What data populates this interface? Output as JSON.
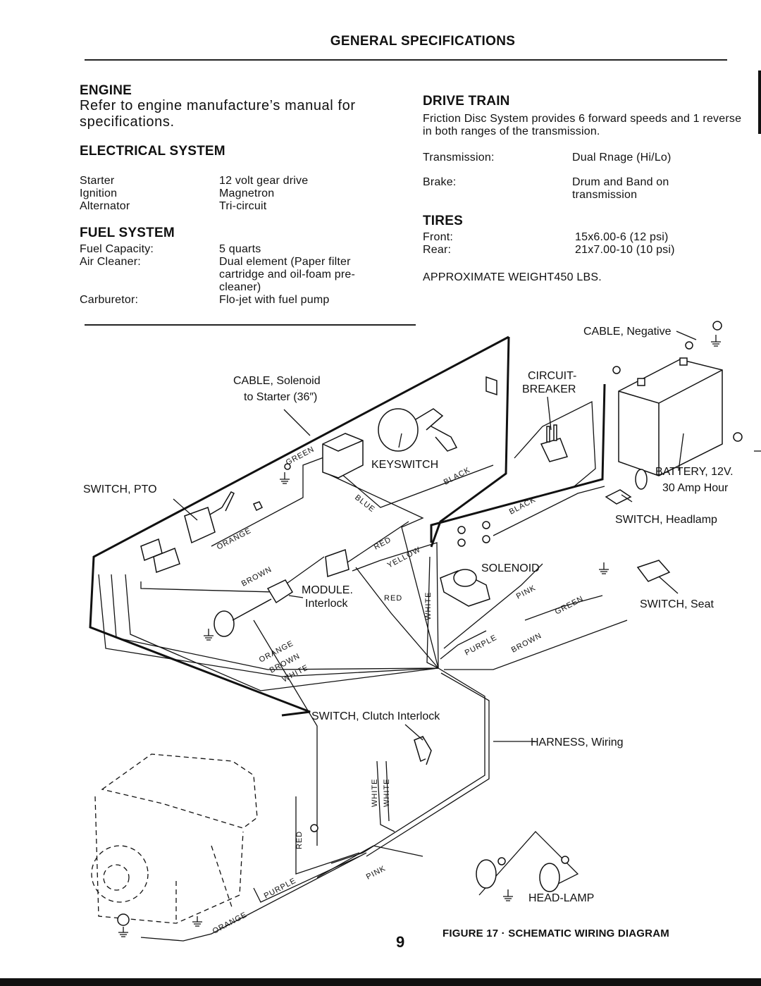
{
  "page": {
    "title": "GENERAL SPECIFICATIONS",
    "page_number": "9",
    "figure_caption": "FIGURE 17 · SCHEMATIC WIRING DIAGRAM"
  },
  "engine": {
    "heading": "ENGINE",
    "text": "Refer to engine manufacture’s manual for specifications."
  },
  "electrical": {
    "heading": "ELECTRICAL SYSTEM",
    "rows": [
      {
        "label": "Starter",
        "value": "12 volt gear drive"
      },
      {
        "label": "Ignition",
        "value": "Magnetron"
      },
      {
        "label": "Alternator",
        "value": "Tri-circuit"
      }
    ]
  },
  "fuel": {
    "heading": "FUEL SYSTEM",
    "rows": [
      {
        "label": "Fuel Capacity:",
        "value": "5 quarts"
      },
      {
        "label": "Air Cleaner:",
        "value": "Dual element (Paper filter cartridge and oil-foam pre-cleaner)"
      },
      {
        "label": "Carburetor:",
        "value": "Flo-jet with fuel pump"
      }
    ]
  },
  "drive_train": {
    "heading": "DRIVE TRAIN",
    "text": "Friction Disc System provides 6 forward speeds and 1 reverse in both ranges of the transmission.",
    "rows": [
      {
        "label": "Transmission:",
        "value": "Dual Rnage (Hi/Lo)"
      },
      {
        "label": "Brake:",
        "value": "Drum and Band on transmission"
      }
    ]
  },
  "tires": {
    "heading": "TIRES",
    "rows": [
      {
        "label": "Front:",
        "value": "15x6.00-6 (12 psi)"
      },
      {
        "label": "Rear:",
        "value": "21x7.00-10 (10 psi)"
      }
    ],
    "weight": "APPROXIMATE WEIGHT450 LBS."
  },
  "diagram": {
    "labels": {
      "cable_negative": "CABLE, Negative",
      "circuit_1": "CIRCUIT-",
      "circuit_2": "BREAKER",
      "cable_solenoid_1": "CABLE, Solenoid",
      "cable_solenoid_2": "to Starter (36″)",
      "keyswitch": "KEYSWITCH",
      "battery_1": "BATTERY, 12V.",
      "battery_2": "30 Amp Hour",
      "switch_pto": "SWITCH, PTO",
      "switch_headlamp": "SWITCH, Headlamp",
      "solenoid": "SOLENOID",
      "module_1": "MODULE.",
      "module_2": "Interlock",
      "switch_seat": "SWITCH, Seat",
      "switch_clutch": "SWITCH, Clutch Interlock",
      "harness": "HARNESS, Wiring",
      "headlamp": "HEAD-LAMP"
    },
    "wires": {
      "green": "GREEN",
      "black": "BLACK",
      "blue": "BLUE",
      "orange": "ORANGE",
      "red": "RED",
      "yellow": "YELLOW",
      "brown": "BROWN",
      "white": "WHITE",
      "pink": "PINK",
      "purple": "PURPLE"
    }
  }
}
